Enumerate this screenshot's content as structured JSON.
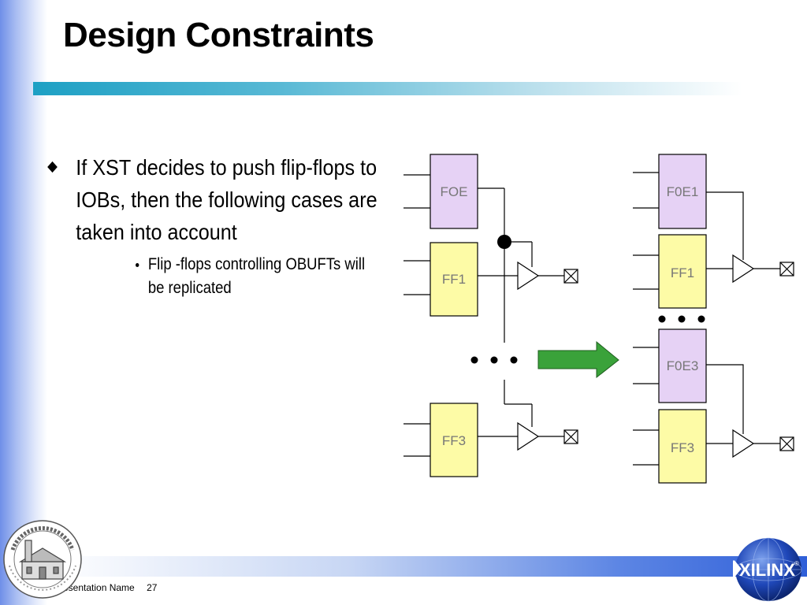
{
  "slide": {
    "title": "Design Constraints",
    "bullet_1": "If XST decides to push flip-flops to IOBs, then the following cases are taken into account",
    "bullet_1_1": "Flip -flops controlling OBUFTs will be replicated"
  },
  "diagram": {
    "left": {
      "enable_ff": "FOE",
      "ff_top": "FF1",
      "ff_bottom": "FF3"
    },
    "right": {
      "enable_1": "F0E1",
      "ff_1": "FF1",
      "enable_3": "F0E3",
      "ff_3": "FF3"
    },
    "colors": {
      "enable_fill": "#e6d2f5",
      "ff_fill": "#fdfba6",
      "arrow": "#3aa23a",
      "label": "#777777"
    }
  },
  "footer": {
    "presentation_name": "Presentation Name",
    "page_number": "27"
  },
  "logos": {
    "brand": "XILINX",
    "registered": "®",
    "seal_icon": "university-seal-icon"
  }
}
